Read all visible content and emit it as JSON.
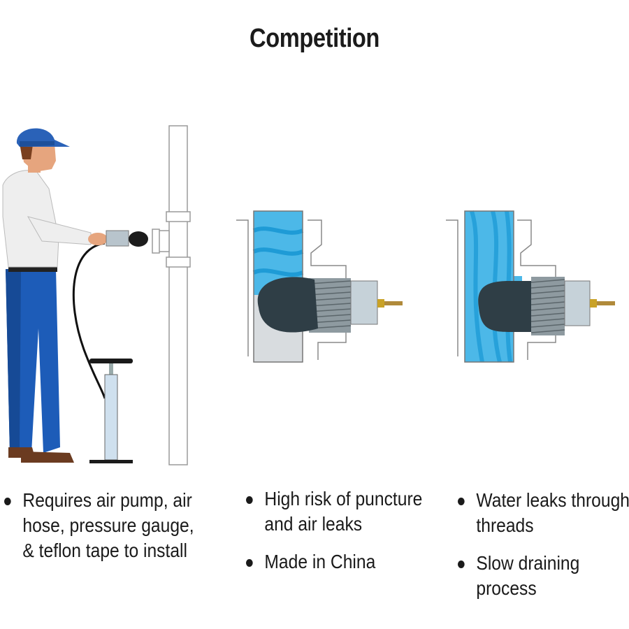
{
  "title": "Competition",
  "colors": {
    "water_blue": "#4cb8e8",
    "water_dark": "#1e9bd6",
    "shirt": "#eeeeee",
    "pants": "#1d5cb8",
    "cap": "#2a62b8",
    "plug": "#2f3e46",
    "threads": "#8e9aa0",
    "brass": "#c9a227"
  },
  "illustrations": [
    {
      "id": "man-with-pump",
      "description": "Plumber holding inflatable plug connected by air hose to floor pump, next to vertical cleanout pipe"
    },
    {
      "id": "inflated-plug-cutaway",
      "description": "Cutaway of pipe cleanout with inflated black rubber bladder and threaded fitting with brass valve"
    },
    {
      "id": "threaded-plug-cutaway",
      "description": "Cutaway of pipe cleanout filled with water and a threaded plug with rubber tip and brass valve"
    }
  ],
  "columns": [
    {
      "bullets": [
        "Requires air pump, air hose, pressure gauge, & teflon tape to install"
      ]
    },
    {
      "bullets": [
        "High risk of puncture and air leaks",
        "Made in China"
      ]
    },
    {
      "bullets": [
        "Water leaks through threads",
        "Slow draining process"
      ]
    }
  ]
}
